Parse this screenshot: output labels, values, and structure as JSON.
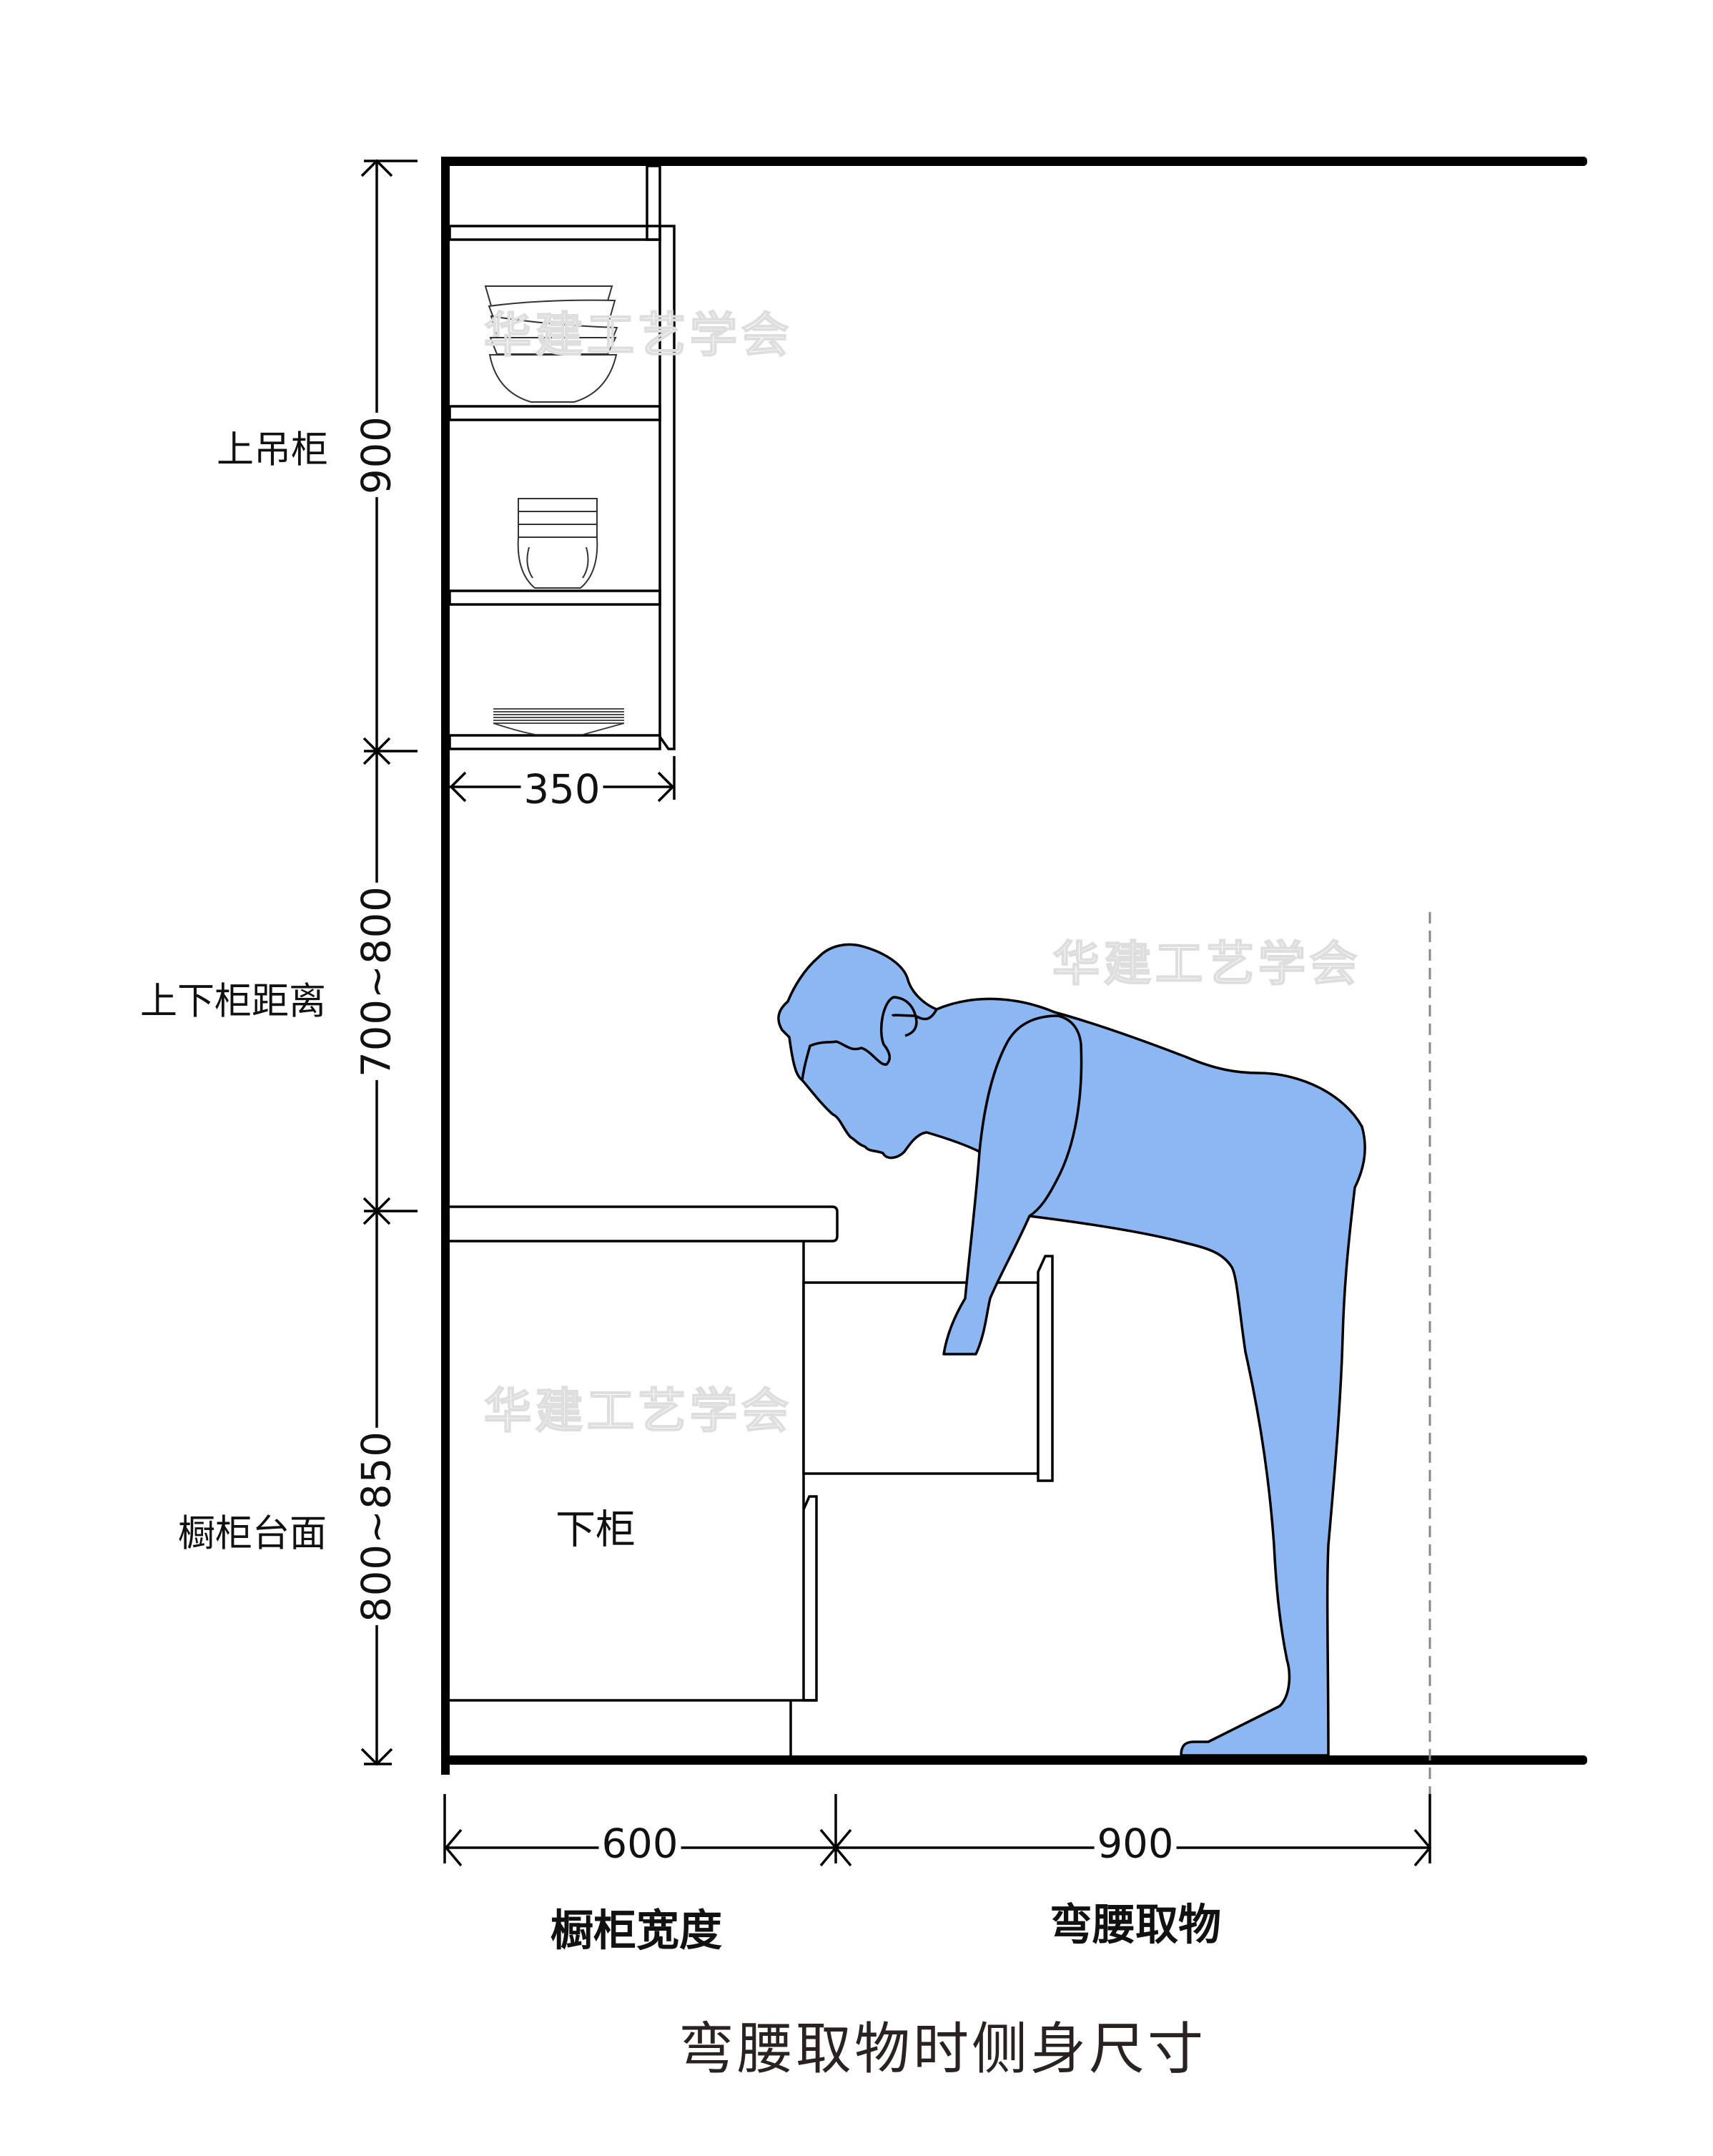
{
  "diagram": {
    "title": "弯腰取物时侧身尺寸",
    "watermark": "华建工艺学会",
    "colors": {
      "line": "#000000",
      "person_fill": "#8CB7F2",
      "watermark": "#DEDEDE",
      "caption": "#2A2220",
      "dashed": "#888888"
    },
    "vertical_dimensions": [
      {
        "label": "上吊柜",
        "value": "900"
      },
      {
        "label": "上下柜距离",
        "value": "700~800"
      },
      {
        "label": "橱柜台面",
        "value": "800~850"
      }
    ],
    "horizontal_dimensions": [
      {
        "label": "橱柜宽度",
        "value": "600"
      },
      {
        "label": "弯腰取物",
        "value": "900"
      }
    ],
    "upper_cabinet_depth": "350",
    "lower_cabinet_label": "下柜"
  }
}
